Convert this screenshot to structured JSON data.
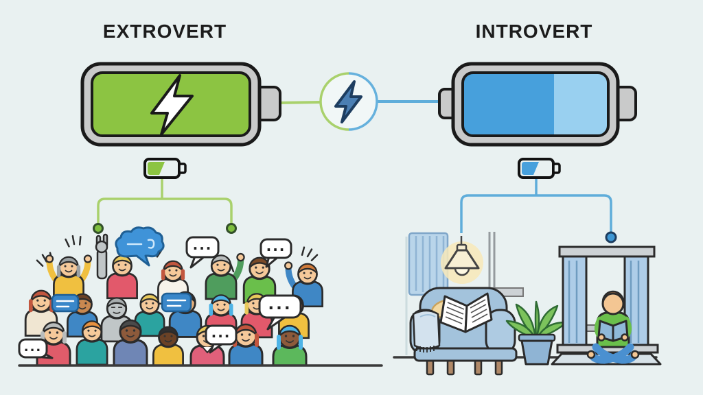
{
  "page": {
    "background_color": "#e9f1f1",
    "description": "Illustration comparing how extroverts and introverts recharge energy, using battery metaphors"
  },
  "extrovert": {
    "title": "EXTROVERT",
    "battery": {
      "fill_color": "#8cc442",
      "state": "full",
      "icon": "lightning-bolt"
    },
    "wire_color": "#a9d16c",
    "mini_battery": {
      "fill_color": "#8cc442",
      "level_percent": 55
    },
    "connector_dot_color": "#7fbf3f",
    "scene": {
      "description": "crowd of cheerful people socializing and talking",
      "speech_bubbles": [
        "...",
        "...",
        "...",
        "...",
        "..."
      ]
    }
  },
  "charger": {
    "icon": "lightning-bolt",
    "bolt_color": "#4b7fb3",
    "ring_left_color": "#a9d16c",
    "ring_right_color": "#66b1dd"
  },
  "introvert": {
    "title": "INTROVERT",
    "battery": {
      "fill_color": "#47a0dc",
      "fill_light_color": "#99d0f0",
      "level_percent": 63,
      "state": "charging"
    },
    "wire_color": "#5fadda",
    "mini_battery": {
      "fill_color": "#47a0dc",
      "level_percent": 50
    },
    "connector_dot_color": "#3e97d4",
    "scene": {
      "description": "quiet cozy room with armchair, open book, pendant lamp, plant and a person reading alone by the window"
    }
  }
}
